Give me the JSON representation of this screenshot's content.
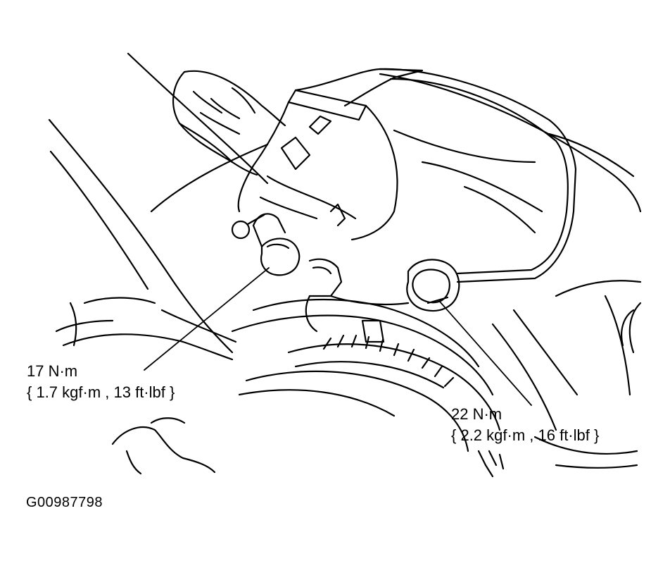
{
  "callouts": {
    "left": {
      "torque": "17 N·m",
      "equivalents": "{ 1.7 kgf·m , 13 ft·lbf }"
    },
    "right": {
      "torque": "22 N·m",
      "equivalents": "{ 2.2 kgf·m , 16 ft·lbf }"
    }
  },
  "figure_id": "G00987798",
  "colors": {
    "line": "#000000",
    "background": "#ffffff"
  }
}
